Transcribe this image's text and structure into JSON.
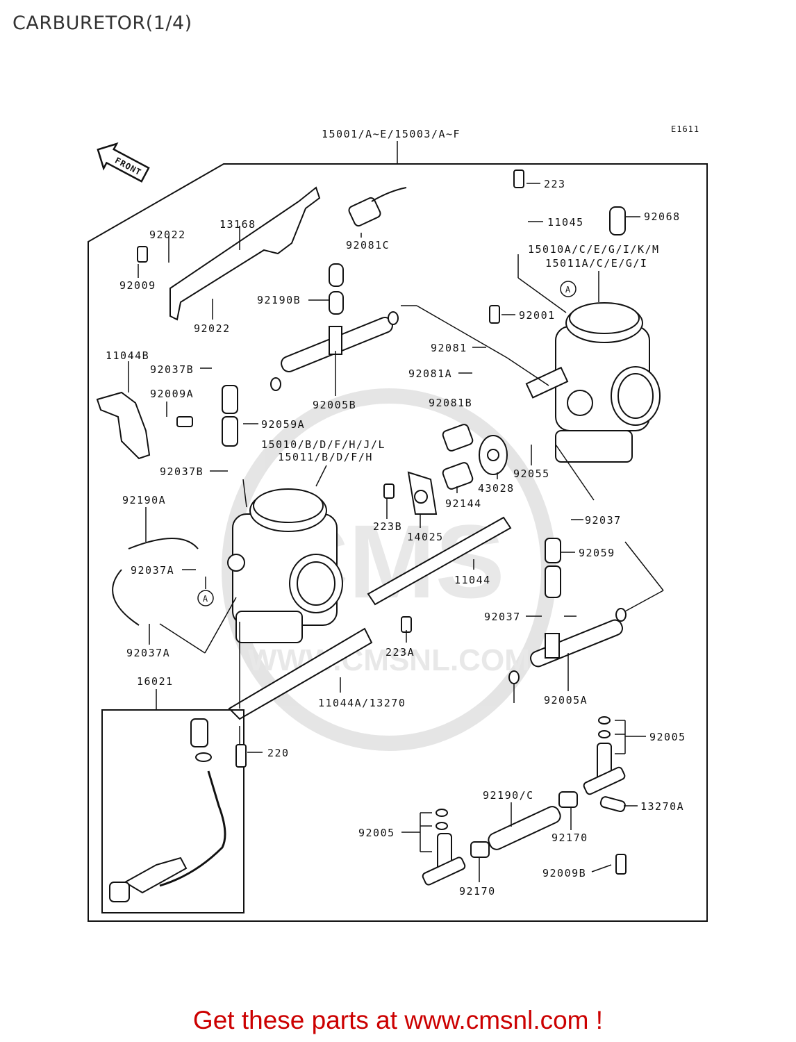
{
  "page": {
    "title": "CARBURETOR(1/4)",
    "footer": "Get these parts at www.cmsnl.com !"
  },
  "colors": {
    "line": "#111111",
    "footer_text": "#cc0000",
    "watermark": "#dddddd"
  },
  "diagram": {
    "code": "E1611",
    "assembly_label": "15001/A~E/15003/A~F",
    "front_arrow": "FRONT",
    "callouts": {
      "a_right": "A",
      "a_left": "A"
    },
    "parts": {
      "p223": "223",
      "p11045": "11045",
      "p92068": "92068",
      "p15010acegikm": "15010A/C/E/G/I/K/M",
      "p15011acegi": "15011A/C/E/G/I",
      "p92001": "92001",
      "p92081": "92081",
      "p92081a": "92081A",
      "p92081b": "92081B",
      "p92055": "92055",
      "p43028": "43028",
      "p92144": "92144",
      "p14025": "14025",
      "p223b": "223B",
      "p13168": "13168",
      "p92022_top": "92022",
      "p92009": "92009",
      "p92022_bottom": "92022",
      "p92081c": "92081C",
      "p92190b": "92190B",
      "p92005b": "92005B",
      "p11044b": "11044B",
      "p92037b_top": "92037B",
      "p92009a": "92009A",
      "p92059a": "92059A",
      "p15010bdfhjl": "15010/B/D/F/H/J/L",
      "p15011bdfh": "15011/B/D/F/H",
      "p92037b_mid": "92037B",
      "p92190a": "92190A",
      "p92037a_mid": "92037A",
      "p92037a_bottom": "92037A",
      "p92037_top": "92037",
      "p92059": "92059",
      "p11044": "11044",
      "p92037_bottom": "92037",
      "p223a": "223A",
      "p92005a": "92005A",
      "p11044a13270": "11044A/13270",
      "p16021": "16021",
      "p220": "220",
      "p92005_right": "92005",
      "p92190c": "92190/C",
      "p13270a": "13270A",
      "p92170_right": "92170",
      "p92005_left": "92005",
      "p92009b": "92009B",
      "p92170_left": "92170"
    }
  },
  "watermark": {
    "brand": "CMS",
    "url": "WWW.CMSNL.COM"
  }
}
